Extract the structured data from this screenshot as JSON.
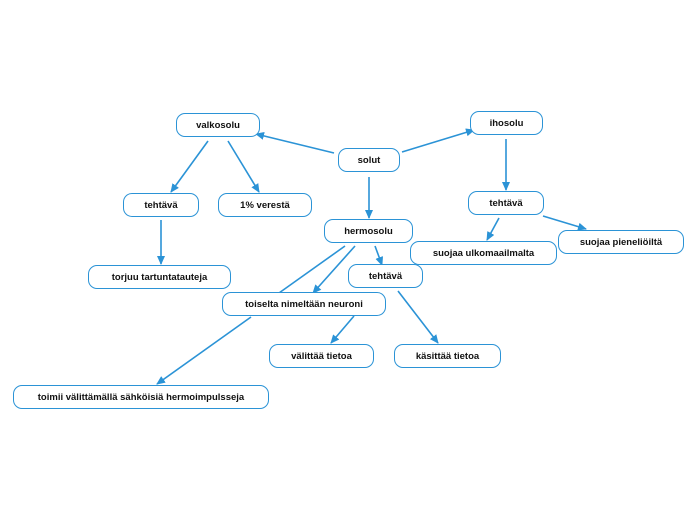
{
  "nodes": {
    "solut": "solut",
    "valkosolu": "valkosolu",
    "ihosolu": "ihosolu",
    "hermosolu": "hermosolu",
    "valkosolu_tehtava": "tehtävä",
    "one_percent": "1% verestä",
    "torjuu": "torjuu tartuntatauteja",
    "hermosolu_tehtava": "tehtävä",
    "neuroni": "toiselta nimeltään neuroni",
    "valittaa": "välittää tietoa",
    "kasittaa": "käsittää tietoa",
    "toimii": "toimii välittämällä sähköisiä hermoimpulsseja",
    "ihosolu_tehtava": "tehtävä",
    "ulkomaailma": "suojaa ulkomaailmalta",
    "pieneliot": "suojaa pieneliöiltä"
  },
  "colors": {
    "line": "#2b93d6",
    "node_border": "#2b93d6",
    "text": "#111111",
    "background": "#ffffff"
  }
}
